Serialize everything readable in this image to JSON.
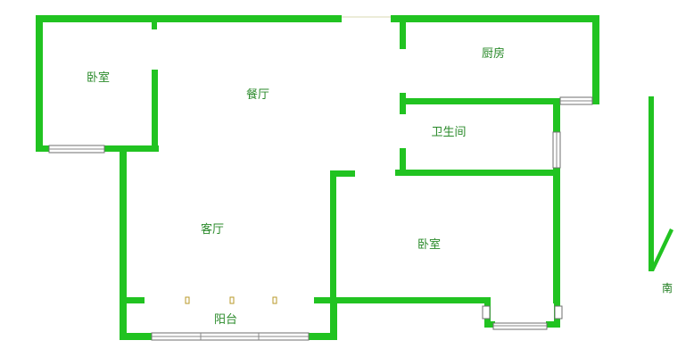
{
  "rooms": {
    "bedroom_nw": "卧室",
    "dining": "餐厅",
    "kitchen": "厨房",
    "bathroom": "卫生间",
    "living": "客厅",
    "bedroom_se": "卧室",
    "balcony": "阳台"
  },
  "compass": {
    "direction": "南",
    "arrow_icon": "south-arrow-icon"
  },
  "colors": {
    "wall": "#21c321",
    "label": "#2a8a2a"
  }
}
